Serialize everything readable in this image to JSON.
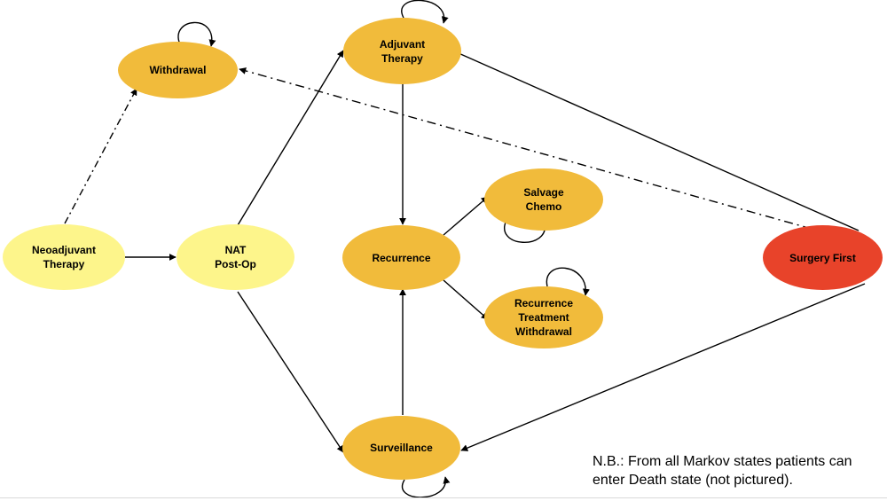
{
  "nodes": {
    "withdrawal": {
      "label": "Withdrawal",
      "fill": "#F1BB3B"
    },
    "adjuvant": {
      "label": "Adjuvant\nTherapy",
      "fill": "#F1BB3B"
    },
    "salvage": {
      "label": "Salvage\nChemo",
      "fill": "#F1BB3B"
    },
    "neoadjuvant": {
      "label": "Neoadjuvant\nTherapy",
      "fill": "#FDF58B"
    },
    "nat_postop": {
      "label": "NAT\nPost-Op",
      "fill": "#FDF58B"
    },
    "recurrence": {
      "label": "Recurrence",
      "fill": "#F1BB3B"
    },
    "surgery_first": {
      "label": "Surgery First",
      "fill": "#E8432A"
    },
    "rec_withdrawal": {
      "label": "Recurrence\nTreatment\nWithdrawal",
      "fill": "#F1BB3B"
    },
    "surveillance": {
      "label": "Surveillance",
      "fill": "#F1BB3B"
    }
  },
  "note": "N.B.: From all Markov states patients can\nenter Death state (not pictured).",
  "colors": {
    "edge": "#000000",
    "bottom_rule": "#d9d9d9"
  }
}
